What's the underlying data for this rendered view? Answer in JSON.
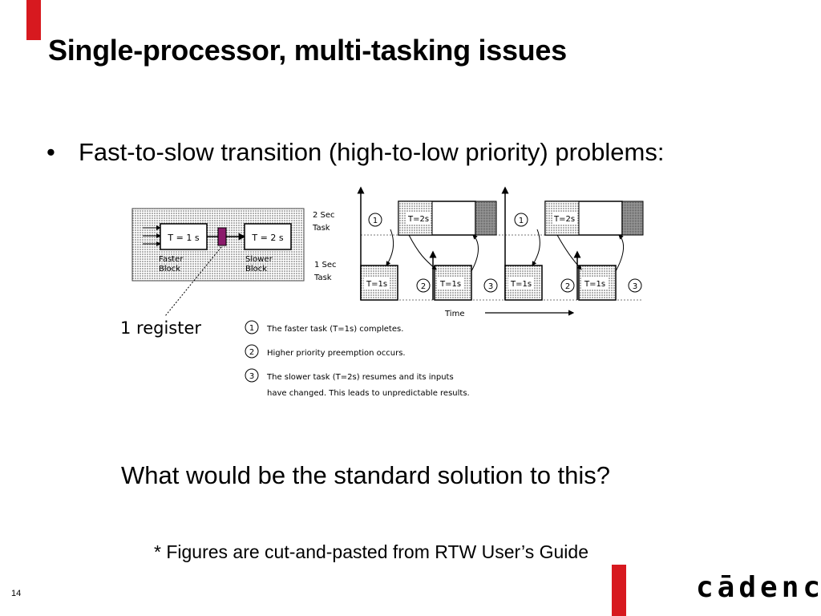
{
  "slide": {
    "title": "Single-processor, multi-tasking issues",
    "bullet_marker": "•",
    "bullet_text": "Fast-to-slow transition (high-to-low priority) problems:",
    "question": "What would be the standard solution to this?",
    "footnote": "* Figures are cut-and-pasted from RTW User’s Guide",
    "page_number": "14",
    "logo_text": "cādence",
    "logo_tm": "™",
    "accent_color": "#d7191f"
  },
  "figure": {
    "block_diagram": {
      "faster_block_label": "T = 1 s",
      "slower_block_label": "T = 2 s",
      "faster_caption_1": "Faster",
      "faster_caption_2": "Block",
      "slower_caption_1": "Slower",
      "slower_caption_2": "Block",
      "register_label": "1 register",
      "register_color": "#8b1a6b"
    },
    "timeline": {
      "row1_label_1": "2 Sec",
      "row1_label_2": "Task",
      "row2_label_1": "1 Sec",
      "row2_label_2": "Task",
      "slow_task_label": "T=2s",
      "fast_task_label": "T=1s",
      "time_label": "Time",
      "marker_1": "1",
      "marker_2": "2",
      "marker_3": "3"
    },
    "legend": [
      {
        "num": "1",
        "text": "The faster task (T=1s) completes."
      },
      {
        "num": "2",
        "text": "Higher priority preemption occurs."
      },
      {
        "num": "3",
        "text": "The slower task (T=2s) resumes and its inputs",
        "text2": "have changed. This leads to unpredictable results."
      }
    ]
  }
}
